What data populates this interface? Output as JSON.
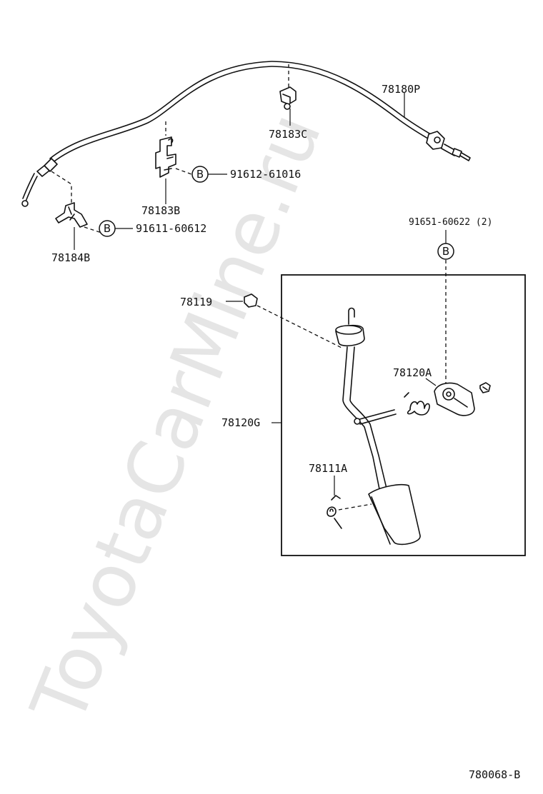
{
  "watermark": "ToyotaCarMine.ru",
  "diagram_id": "780068-B",
  "callout_symbol": "B",
  "parts": {
    "cable": "78180P",
    "clamp": "78183C",
    "bracket_b": "78183B",
    "bracket_b_bolt": "91612-61016",
    "bracket_lower": "78184B",
    "bracket_lower_bolt": "91611-60612",
    "pedal_bolt": "91651-60622 (2)",
    "stopper": "78119",
    "pedal_assy": "78120G",
    "pedal_bracket": "78120A",
    "pedal_spring": "78111A"
  }
}
